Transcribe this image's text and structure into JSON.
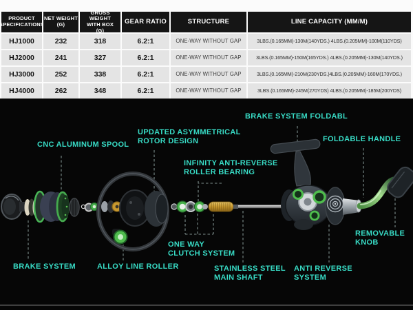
{
  "table": {
    "columns": [
      "PRODUCT\nSPECIFICATIONS",
      "NET WEIGHT\n(G)",
      "GROSS WEIGHT\nWITH BOX\n(G)",
      "GEAR RATIO",
      "STRUCTURE",
      "LINE CAPACITY (MM/M)"
    ],
    "rows": [
      {
        "model": "HJ1000",
        "net_weight": "232",
        "gross_weight": "318",
        "gear_ratio": "6.2:1",
        "structure": "ONE-WAY WITHOUT GAP",
        "line_capacity": "3LBS.(0.165MM)-130M(140YDS.)  4LBS.(0.205MM)-100M(110YDS)"
      },
      {
        "model": "HJ2000",
        "net_weight": "241",
        "gross_weight": "327",
        "gear_ratio": "6.2:1",
        "structure": "ONE-WAY WITHOUT GAP",
        "line_capacity": "3LBS.(0.165MM)-150M(165YDS.)  4LBS.(0.205MM)-130M(140YDS.)"
      },
      {
        "model": "HJ3000",
        "net_weight": "252",
        "gross_weight": "338",
        "gear_ratio": "6.2:1",
        "structure": "ONE-WAY WITHOUT GAP",
        "line_capacity": "3LBS.(0.165MM)-210M(230YDS.)4LBS.(0.205MM)-160M(170YDS.)"
      },
      {
        "model": "HJ4000",
        "net_weight": "262",
        "gross_weight": "348",
        "gear_ratio": "6.2:1",
        "structure": "ONE-WAY WITHOUT GAP",
        "line_capacity": "3LBS.(0.165MM)-245M(270YDS)  4LBS.(0.205MM)-185M(200YDS)"
      }
    ]
  },
  "diagram": {
    "accent_color": "#38DCC6",
    "labels": {
      "cnc_spool": "CNC ALUMINUM SPOOL",
      "rotor_design": "UPDATED ASYMMETRICAL\nROTOR DESIGN",
      "brake_foldable": "BRAKE SYSTEM FOLDABL",
      "foldable_handle": "FOLDABLE HANDLE",
      "infinity_bearing": "INFINITY ANTI-REVERSE\nROLLER BEARING",
      "one_way_clutch": "ONE WAY\nCLUTCH SYSTEM",
      "brake_system": "BRAKE SYSTEM",
      "alloy_line_roller": "ALLOY LINE ROLLER",
      "main_shaft": "STAINLESS STEEL\nMAIN SHAFT",
      "anti_reverse": "ANTI REVERSE\nSYSTEM",
      "removable_knob": "REMOVABLE\nKNOB"
    }
  }
}
